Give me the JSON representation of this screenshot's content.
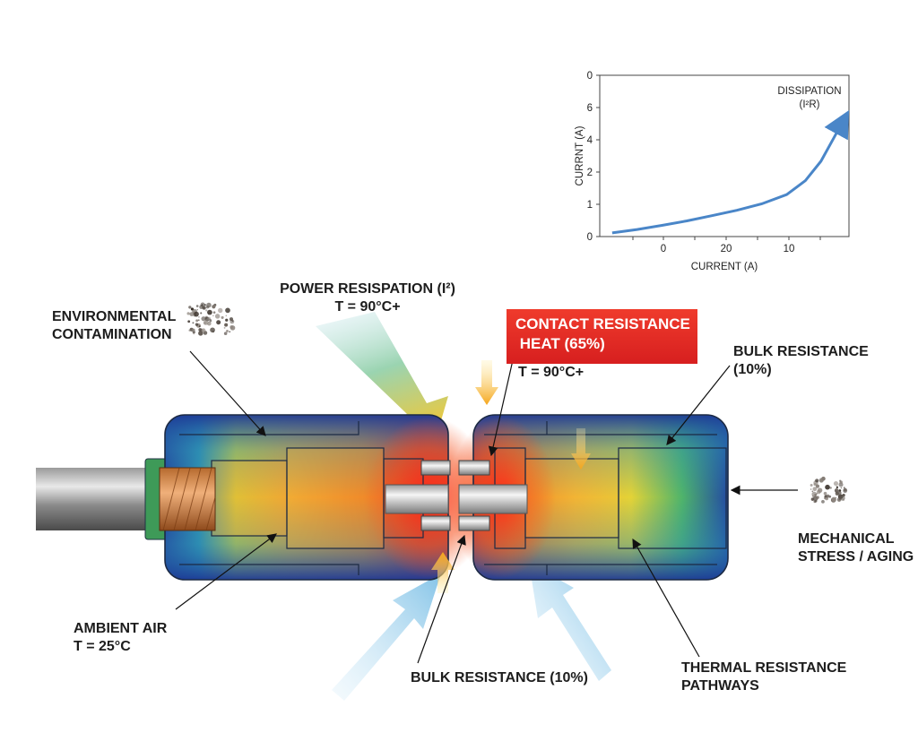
{
  "chart_data": {
    "type": "line",
    "title": "",
    "xlabel": "CURRENT (A)",
    "ylabel": "CURRNT (A)",
    "x_tick_labels": [
      "0",
      "20",
      "10"
    ],
    "y_tick_labels": [
      "0",
      "1",
      "2",
      "4",
      "6",
      "0"
    ],
    "annotation": [
      "DISSIPATION",
      "(I²R)"
    ],
    "series": [
      {
        "x": [
          -8,
          -4,
          0,
          4,
          8,
          12,
          16,
          20,
          23,
          25.5,
          27.5,
          29.4
        ],
        "y": [
          0.17,
          0.33,
          0.52,
          0.73,
          0.97,
          1.22,
          1.52,
          1.95,
          2.6,
          3.5,
          4.55,
          5.55
        ]
      }
    ],
    "color": "#4a86c8"
  },
  "labels": {
    "environmental": [
      "ENVIRONMENTAL",
      "CONTAMINATION"
    ],
    "power": [
      "POWER RESISPATION (I²)",
      "T = 90°C+"
    ],
    "contact_box": [
      "CONTACT RESISTANCE",
      " HEAT (65%)"
    ],
    "contact_temp": "T = 90°C+",
    "bulk_top": [
      "BULK RESISTANCE",
      "(10%)"
    ],
    "mechanical": [
      "MECHANICAL",
      "STRESS / AGING"
    ],
    "ambient": [
      "AMBIENT AIR",
      "T = 25°C"
    ],
    "bulk_bottom": "BULK RESISTANCE (10%)",
    "thermal": [
      "THERMAL RESISTANCE",
      "PATHWAYS"
    ]
  },
  "colors": {
    "hot": "#e8241c",
    "warm": "#f6a21b",
    "mid": "#e8d52a",
    "cool": "#3fae6a",
    "cold": "#1f3fa3",
    "airflow": "#8cc8e8",
    "heat_arrow": "#f5b21a"
  }
}
